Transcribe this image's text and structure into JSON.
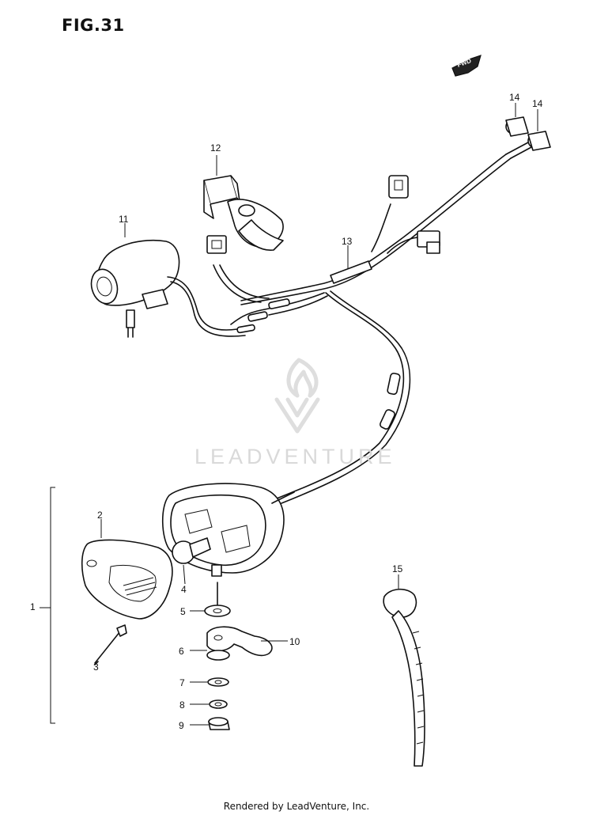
{
  "title": "FIG.31",
  "watermark": "LEADVENTURE",
  "footer": "Rendered by LeadVenture, Inc.",
  "fwd_arrow": "FWD",
  "callouts": {
    "c1": "1",
    "c2": "2",
    "c3": "3",
    "c4": "4",
    "c5": "5",
    "c6": "6",
    "c7": "7",
    "c8": "8",
    "c9": "9",
    "c10": "10",
    "c11": "11",
    "c12": "12",
    "c13": "13",
    "c14a": "14",
    "c14b": "14",
    "c15": "15"
  }
}
